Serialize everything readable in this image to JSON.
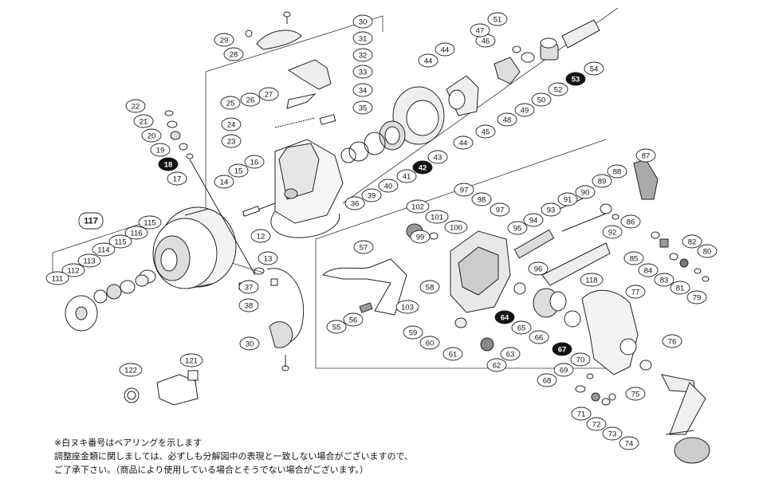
{
  "part_labels": [
    {
      "id": "30a",
      "text": "30"
    },
    {
      "id": "29",
      "text": "29"
    },
    {
      "id": "28",
      "text": "28"
    },
    {
      "id": "31",
      "text": "31"
    },
    {
      "id": "32",
      "text": "32"
    },
    {
      "id": "33",
      "text": "33"
    },
    {
      "id": "34",
      "text": "34"
    },
    {
      "id": "35",
      "text": "35"
    },
    {
      "id": "25",
      "text": "25"
    },
    {
      "id": "26",
      "text": "26"
    },
    {
      "id": "27",
      "text": "27"
    },
    {
      "id": "22",
      "text": "22"
    },
    {
      "id": "21",
      "text": "21"
    },
    {
      "id": "20",
      "text": "20"
    },
    {
      "id": "19",
      "text": "19"
    },
    {
      "id": "18",
      "text": "18",
      "filled": true
    },
    {
      "id": "17",
      "text": "17"
    },
    {
      "id": "24",
      "text": "24"
    },
    {
      "id": "23",
      "text": "23"
    },
    {
      "id": "15",
      "text": "15"
    },
    {
      "id": "16",
      "text": "16"
    },
    {
      "id": "14",
      "text": "14"
    },
    {
      "id": "12",
      "text": "12"
    },
    {
      "id": "13",
      "text": "13"
    },
    {
      "id": "37",
      "text": "37"
    },
    {
      "id": "38",
      "text": "38"
    },
    {
      "id": "30b",
      "text": "30"
    },
    {
      "id": "117",
      "text": "117",
      "boxed": true
    },
    {
      "id": "115a",
      "text": "115"
    },
    {
      "id": "116",
      "text": "116"
    },
    {
      "id": "115b",
      "text": "115"
    },
    {
      "id": "114",
      "text": "114"
    },
    {
      "id": "113",
      "text": "113"
    },
    {
      "id": "112",
      "text": "112"
    },
    {
      "id": "111",
      "text": "111"
    },
    {
      "id": "36",
      "text": "36"
    },
    {
      "id": "39",
      "text": "39"
    },
    {
      "id": "40",
      "text": "40"
    },
    {
      "id": "41",
      "text": "41"
    },
    {
      "id": "42",
      "text": "42",
      "filled": true
    },
    {
      "id": "43",
      "text": "43"
    },
    {
      "id": "44a",
      "text": "44"
    },
    {
      "id": "44b",
      "text": "44"
    },
    {
      "id": "44c",
      "text": "44"
    },
    {
      "id": "45",
      "text": "45"
    },
    {
      "id": "46",
      "text": "46"
    },
    {
      "id": "47",
      "text": "47"
    },
    {
      "id": "48",
      "text": "48"
    },
    {
      "id": "49",
      "text": "49"
    },
    {
      "id": "50",
      "text": "50"
    },
    {
      "id": "51",
      "text": "51"
    },
    {
      "id": "52",
      "text": "52"
    },
    {
      "id": "53",
      "text": "53",
      "filled": true
    },
    {
      "id": "54",
      "text": "54"
    },
    {
      "id": "87",
      "text": "87"
    },
    {
      "id": "88",
      "text": "88"
    },
    {
      "id": "89",
      "text": "89"
    },
    {
      "id": "90",
      "text": "90"
    },
    {
      "id": "91",
      "text": "91"
    },
    {
      "id": "86",
      "text": "86"
    },
    {
      "id": "92",
      "text": "92"
    },
    {
      "id": "93",
      "text": "93"
    },
    {
      "id": "94",
      "text": "94"
    },
    {
      "id": "95",
      "text": "95"
    },
    {
      "id": "97a",
      "text": "97"
    },
    {
      "id": "98",
      "text": "98"
    },
    {
      "id": "97b",
      "text": "97"
    },
    {
      "id": "102",
      "text": "102"
    },
    {
      "id": "101",
      "text": "101"
    },
    {
      "id": "100",
      "text": "100"
    },
    {
      "id": "99",
      "text": "99"
    },
    {
      "id": "96",
      "text": "96"
    },
    {
      "id": "57",
      "text": "57"
    },
    {
      "id": "58",
      "text": "58"
    },
    {
      "id": "103",
      "text": "103"
    },
    {
      "id": "55",
      "text": "55"
    },
    {
      "id": "56",
      "text": "56"
    },
    {
      "id": "59",
      "text": "59"
    },
    {
      "id": "60",
      "text": "60"
    },
    {
      "id": "61",
      "text": "61"
    },
    {
      "id": "62",
      "text": "62"
    },
    {
      "id": "63",
      "text": "63"
    },
    {
      "id": "64",
      "text": "64",
      "filled": true
    },
    {
      "id": "65",
      "text": "65"
    },
    {
      "id": "66",
      "text": "66"
    },
    {
      "id": "67",
      "text": "67",
      "filled": true
    },
    {
      "id": "118",
      "text": "118"
    },
    {
      "id": "77",
      "text": "77"
    },
    {
      "id": "85",
      "text": "85"
    },
    {
      "id": "84",
      "text": "84"
    },
    {
      "id": "82",
      "text": "82"
    },
    {
      "id": "80",
      "text": "80"
    },
    {
      "id": "83",
      "text": "83"
    },
    {
      "id": "81",
      "text": "81"
    },
    {
      "id": "79",
      "text": "79"
    },
    {
      "id": "76",
      "text": "76"
    },
    {
      "id": "75",
      "text": "75"
    },
    {
      "id": "70",
      "text": "70"
    },
    {
      "id": "69",
      "text": "69"
    },
    {
      "id": "68",
      "text": "68"
    },
    {
      "id": "71",
      "text": "71"
    },
    {
      "id": "72",
      "text": "72"
    },
    {
      "id": "73",
      "text": "73"
    },
    {
      "id": "74",
      "text": "74"
    },
    {
      "id": "122",
      "text": "122"
    },
    {
      "id": "121",
      "text": "121"
    }
  ],
  "notes": [
    "※白ヌキ番号はベアリングを示します",
    "調整座金類に関しましては、必ずしも分解図中の表現と一致しない場合がございますので、",
    "ご了承下さい。（商品により使用している場合とそうでない場合がございます。）"
  ],
  "colors": {
    "line": "#222222",
    "fill": "#ffffff",
    "label_filled": "#111111",
    "part_shade": "#9a9a9a"
  }
}
